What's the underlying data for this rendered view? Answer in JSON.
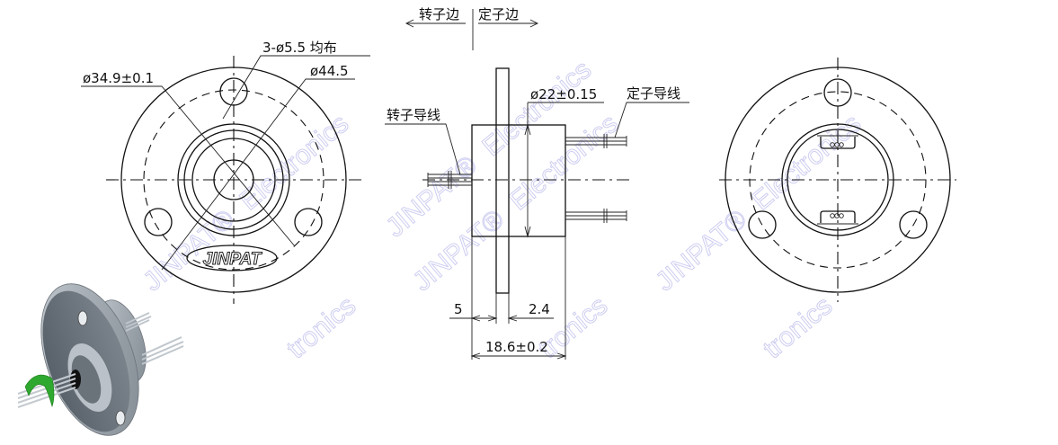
{
  "watermark": {
    "brand": "JINPAT®",
    "word": "Electronics",
    "fragment": "tronics",
    "color": "#c9c9f0"
  },
  "front_view": {
    "logo": "JINPAT",
    "dim_inner_diameter": "ø34.9±0.1",
    "dim_holes": "3-ø5.5  均布",
    "dim_outer_diameter": "ø44.5"
  },
  "side_view": {
    "rotor_side_label": "转子边",
    "stator_side_label": "定子边",
    "rotor_leads_label": "转子导线",
    "stator_leads_label": "定子导线",
    "dim_body_diameter": "ø22±0.15",
    "dim_rotor_length": "5",
    "dim_flange_thickness": "2.4",
    "dim_total_length": "18.6±0.2"
  },
  "rear_view": {
    "description": "stator end view with two lead terminal pads"
  },
  "iso_view": {
    "body_color": "#9aa3ab",
    "arrow_color": "#2fa82f"
  }
}
